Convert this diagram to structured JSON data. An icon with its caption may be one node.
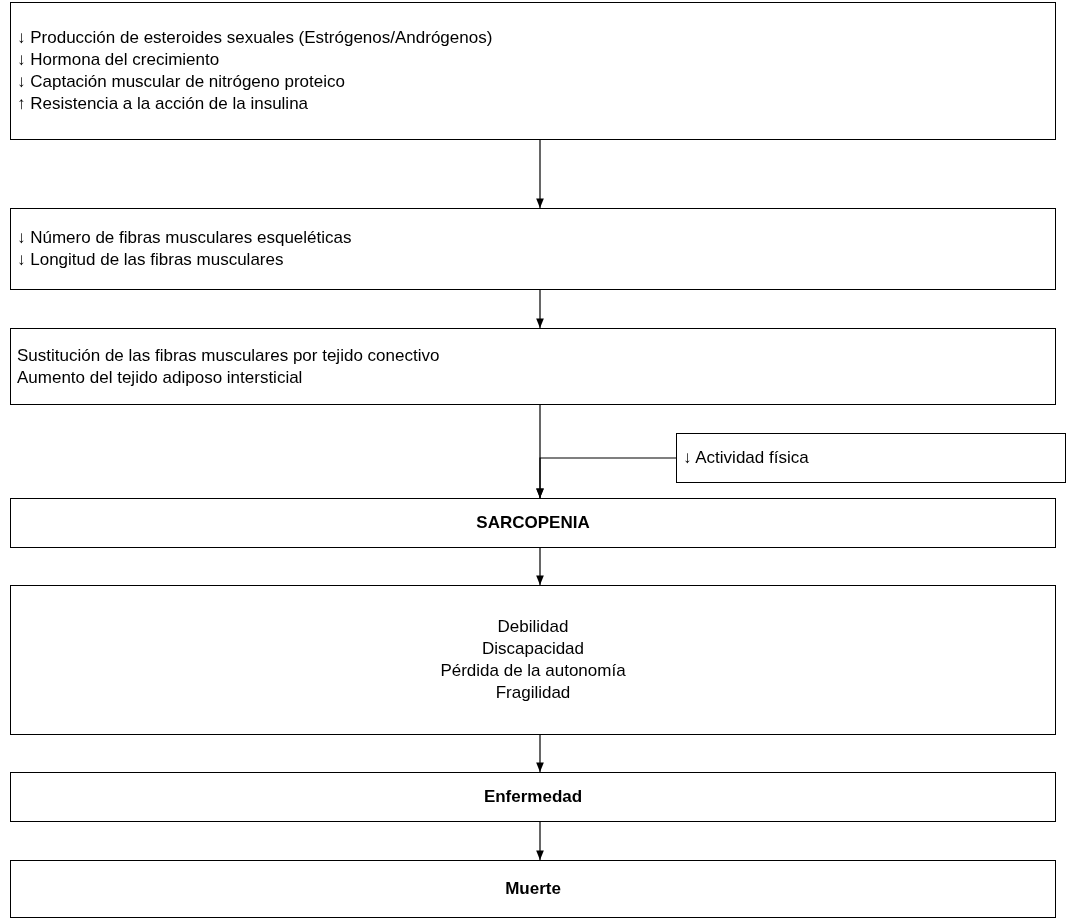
{
  "diagram": {
    "nodes": [
      {
        "text": [
          "↓ Producción de esteroides sexuales (Estrógenos/Andrógenos)",
          "↓  Hormona del crecimiento",
          "↓  Captación muscular de nitrógeno proteico",
          "↑ Resistencia a la acción de la insulina"
        ]
      },
      {
        "text": [
          "↓ Número de fibras musculares esqueléticas",
          "↓ Longitud de las fibras musculares"
        ]
      },
      {
        "text": [
          "Sustitución de las fibras musculares por tejido conectivo",
          "Aumento del tejido adiposo intersticial"
        ]
      },
      {
        "text": [
          "↓ Actividad física"
        ]
      },
      {
        "text": [
          "SARCOPENIA"
        ]
      },
      {
        "text": [
          "Debilidad",
          "Discapacidad",
          "Pérdida de la autonomía",
          "Fragilidad"
        ]
      },
      {
        "text": [
          "Enfermedad"
        ]
      },
      {
        "text": [
          "Muerte"
        ]
      }
    ],
    "edges": [
      {
        "from": 0,
        "to": 1,
        "arrow": "to"
      },
      {
        "from": 1,
        "to": 2,
        "arrow": "to"
      },
      {
        "from": 2,
        "to": 4,
        "arrow": "to"
      },
      {
        "from": 3,
        "to": 4,
        "arrow": "to"
      },
      {
        "from": 4,
        "to": 5,
        "arrow": "to"
      },
      {
        "from": 5,
        "to": 6,
        "arrow": "to"
      },
      {
        "from": 6,
        "to": 7,
        "arrow": "to"
      }
    ]
  }
}
